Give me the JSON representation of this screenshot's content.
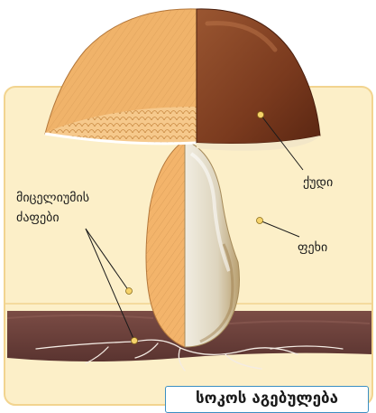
{
  "title": "სოკოს აგებულება",
  "labels": {
    "cap": "ქუდი",
    "stem": "ფეხი",
    "mycelium_line1": "მიცელიუმის",
    "mycelium_line2": "ძაფები"
  },
  "colors": {
    "panel": "#fcefc8",
    "panel_border": "#f2d48f",
    "cap_cut": "#f0b36a",
    "cap_skin": "#7a3a1e",
    "stem": "#e8e2d2",
    "soil": "#6a3f3a",
    "caption_border": "#3b8fc2"
  }
}
